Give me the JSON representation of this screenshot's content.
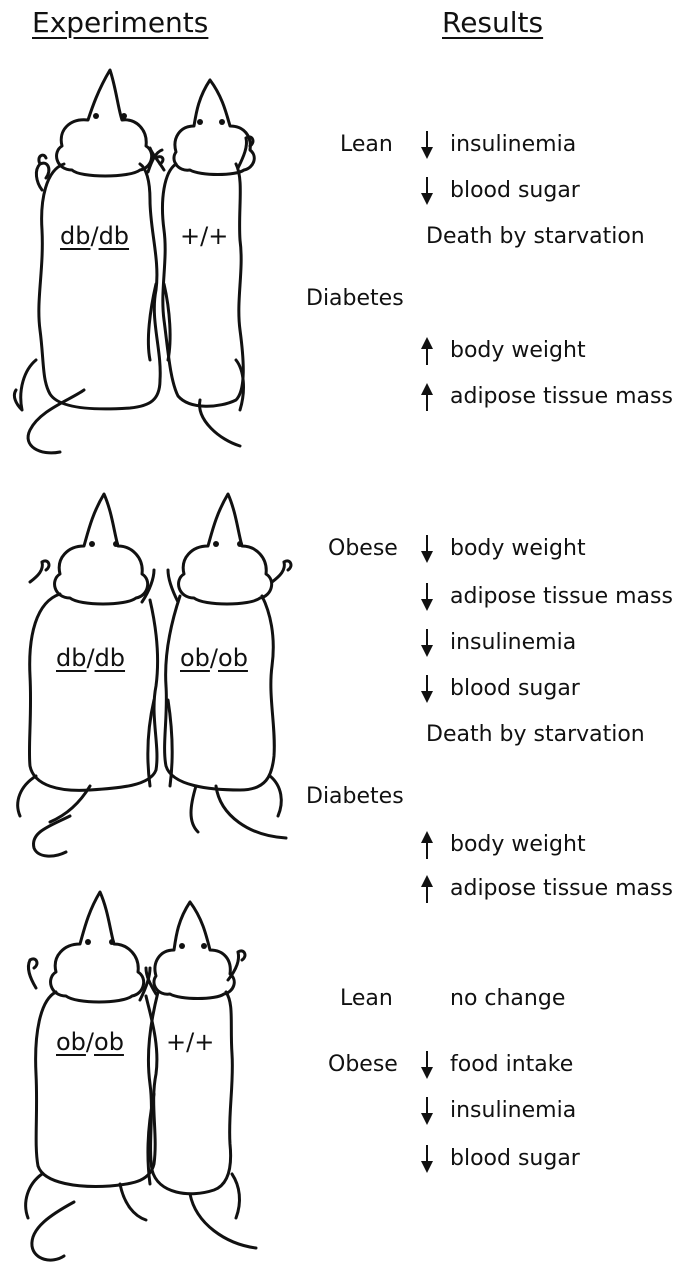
{
  "headings": {
    "experiments": "Experiments",
    "results": "Results"
  },
  "experiments": [
    {
      "left_genotype": {
        "a": "db",
        "sep": "/",
        "b": "db"
      },
      "right_genotype": "+/+",
      "results": [
        {
          "group": "Lean",
          "arrow": "down",
          "text": "insulinemia"
        },
        {
          "group": "",
          "arrow": "down",
          "text": "blood sugar"
        },
        {
          "group": "",
          "arrow": "none",
          "text": "Death by starvation"
        },
        {
          "group": "Diabetes",
          "arrow": "none",
          "text": ""
        },
        {
          "group": "",
          "arrow": "up",
          "text": "body weight"
        },
        {
          "group": "",
          "arrow": "up",
          "text": "adipose tissue mass"
        }
      ]
    },
    {
      "left_genotype": {
        "a": "db",
        "sep": "/",
        "b": "db"
      },
      "right_genotype_ob": {
        "a": "ob",
        "sep": "/",
        "b": "ob"
      },
      "results": [
        {
          "group": "Obese",
          "arrow": "down",
          "text": "body weight"
        },
        {
          "group": "",
          "arrow": "down",
          "text": "adipose tissue mass"
        },
        {
          "group": "",
          "arrow": "down",
          "text": "insulinemia"
        },
        {
          "group": "",
          "arrow": "down",
          "text": "blood sugar"
        },
        {
          "group": "",
          "arrow": "none",
          "text": "Death by starvation"
        },
        {
          "group": "Diabetes",
          "arrow": "none",
          "text": ""
        },
        {
          "group": "",
          "arrow": "up",
          "text": "body weight"
        },
        {
          "group": "",
          "arrow": "up",
          "text": "adipose tissue mass"
        }
      ]
    },
    {
      "left_genotype": {
        "a": "ob",
        "sep": "/",
        "b": "ob"
      },
      "right_genotype": "+/+",
      "results": [
        {
          "group": "Lean",
          "arrow": "none",
          "text": "no change"
        },
        {
          "group": "Obese",
          "arrow": "down",
          "text": "food intake"
        },
        {
          "group": "",
          "arrow": "down",
          "text": "insulinemia"
        },
        {
          "group": "",
          "arrow": "down",
          "text": "blood sugar"
        }
      ]
    }
  ],
  "colors": {
    "ink": "#111111",
    "paper": "#ffffff"
  }
}
